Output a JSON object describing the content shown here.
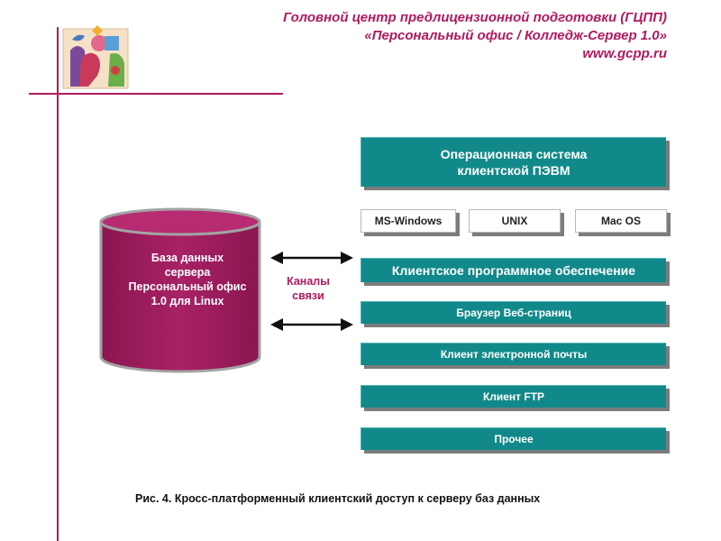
{
  "header": {
    "line1": "Головной центр предлицензионной подготовки (ГЦПП)",
    "line2": "«Персональный офис / Колледж-Сервер 1.0»",
    "line3": "www.gcpp.ru"
  },
  "colors": {
    "accent": "#b11a5e",
    "teal": "#11898a",
    "database": "#9c1c5c"
  },
  "database": {
    "line1": "База данных",
    "line2": "сервера",
    "line3": "Персональный офис",
    "line4": "1.0 для Linux"
  },
  "channels": {
    "line1": "Каналы",
    "line2": "связи"
  },
  "os_box": {
    "line1": "Операционная система",
    "line2": "клиентской ПЭВМ"
  },
  "os_list": [
    "MS-Windows",
    "UNIX",
    "Mac OS"
  ],
  "client_header": "Клиентское программное обеспечение",
  "client_items": [
    "Браузер Веб-страниц",
    "Клиент электронной почты",
    "Клиент FTP",
    "Прочее"
  ],
  "caption": "Рис. 4. Кросс-платформенный клиентский доступ к серверу баз данных"
}
